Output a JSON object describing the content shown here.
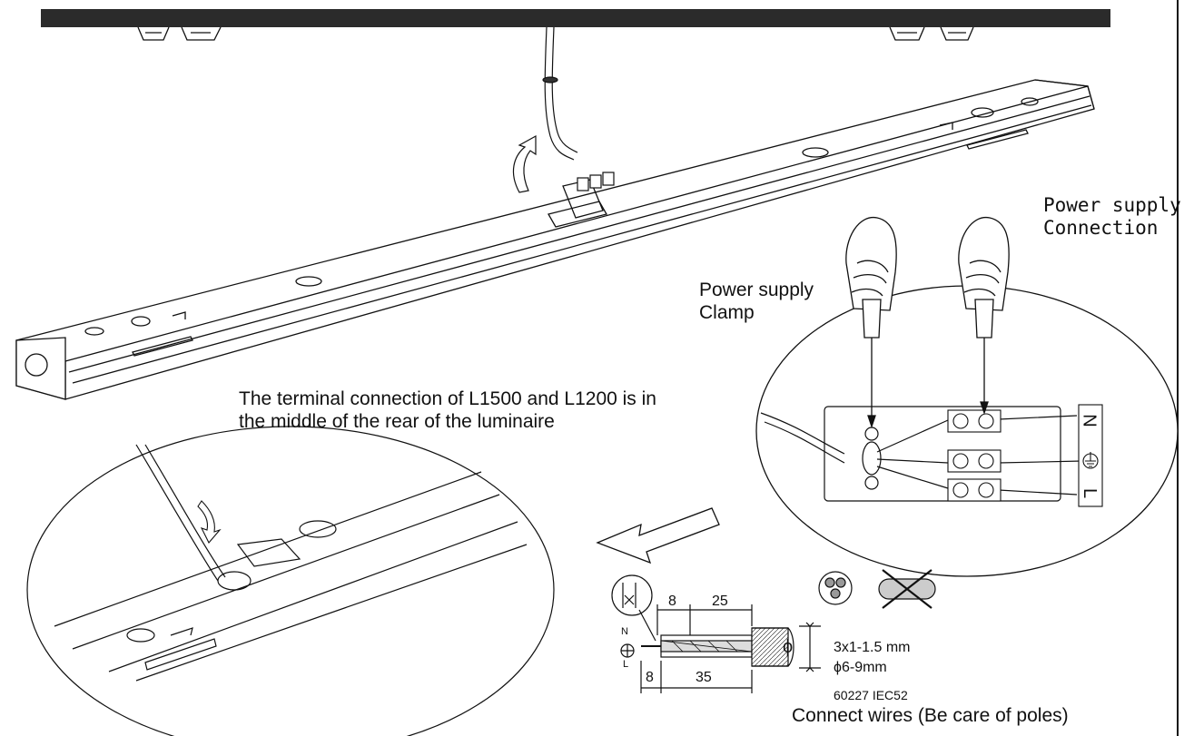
{
  "labels": {
    "power_supply_connection_line1": "Power supply",
    "power_supply_connection_line2": "Connection",
    "power_supply_clamp_line1": "Power supply",
    "power_supply_clamp_line2": "Clamp",
    "terminal_note_line1": "The terminal connection of L1500 and L1200 is in",
    "terminal_note_line2": "the middle of the rear of the luminaire",
    "wire_spec_size": "3x1-1.5 mm",
    "wire_spec_diameter": "ϕ6-9mm",
    "wire_spec_standard": "60227 IEC52",
    "connect_wires_note": "Connect wires (Be care of poles)"
  },
  "dimensions": {
    "top_short": "8",
    "top_long": "25",
    "bottom_short": "8",
    "bottom_long": "35",
    "diameter_symbol": "ϕ"
  },
  "terminal_markings": {
    "neutral": "N",
    "live": "L"
  },
  "colors": {
    "ceiling_bar": "#2b2b2b",
    "line": "#111111"
  }
}
